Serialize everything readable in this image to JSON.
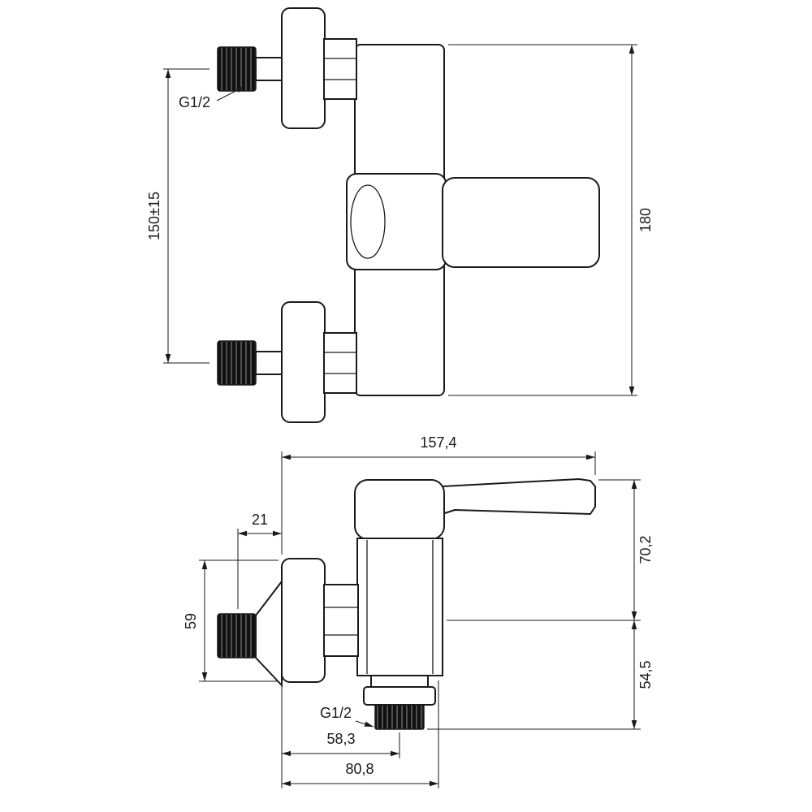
{
  "colors": {
    "line": "#1a1a1a",
    "background": "#ffffff",
    "fitting_fill": "#111111"
  },
  "front_view": {
    "thread_label": "G1/2",
    "dim_mounting_distance": "150±15",
    "dim_overall_height": "180"
  },
  "side_view": {
    "dim_overall_length": "157,4",
    "dim_wall_offset": "21",
    "dim_flange_height": "59",
    "dim_upper_height": "70,2",
    "dim_lower_height": "54,5",
    "thread_label": "G1/2",
    "dim_outlet_center": "58,3",
    "dim_overall_depth": "80,8"
  }
}
